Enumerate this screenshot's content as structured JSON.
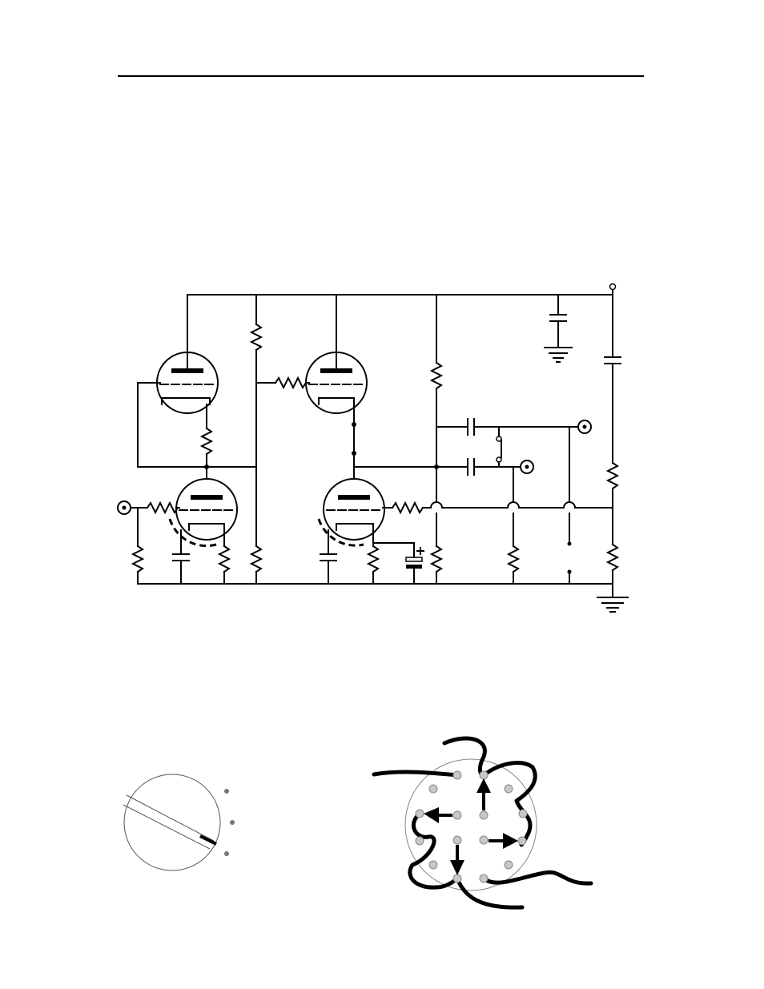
{
  "page": {
    "header_rule": true
  },
  "figures": [
    {
      "id": "amplifier-schematic",
      "kind": "vacuum-tube circuit schematic",
      "tubes": 4,
      "terminals": 4,
      "ground_symbols": 2
    },
    {
      "id": "rotary-knob",
      "kind": "pointer knob with three detent dots"
    },
    {
      "id": "tube-socket",
      "kind": "socket pin diagram with wiring arrows",
      "pins": 16,
      "arrows": 4
    }
  ],
  "colors": {
    "ink": "#000000",
    "pin_fill": "#c8c8c8",
    "paper": "#ffffff"
  }
}
